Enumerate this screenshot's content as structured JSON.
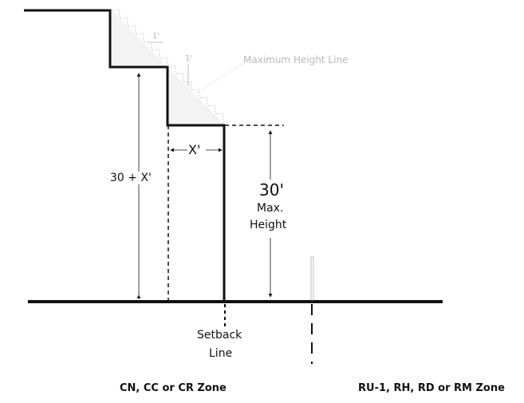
{
  "labels": {
    "max_height_line": "Maximum Height Line",
    "step_run": "1'",
    "step_rise": "1'",
    "x_prime": "X'",
    "thirty_plus_x": "30 + X'",
    "thirty": "30'",
    "max": "Max.",
    "height": "Height",
    "setback": "Setback",
    "line": "Line",
    "left_zone": "CN, CC or CR Zone",
    "right_zone": "RU-1, RH, RD or RM Zone"
  }
}
